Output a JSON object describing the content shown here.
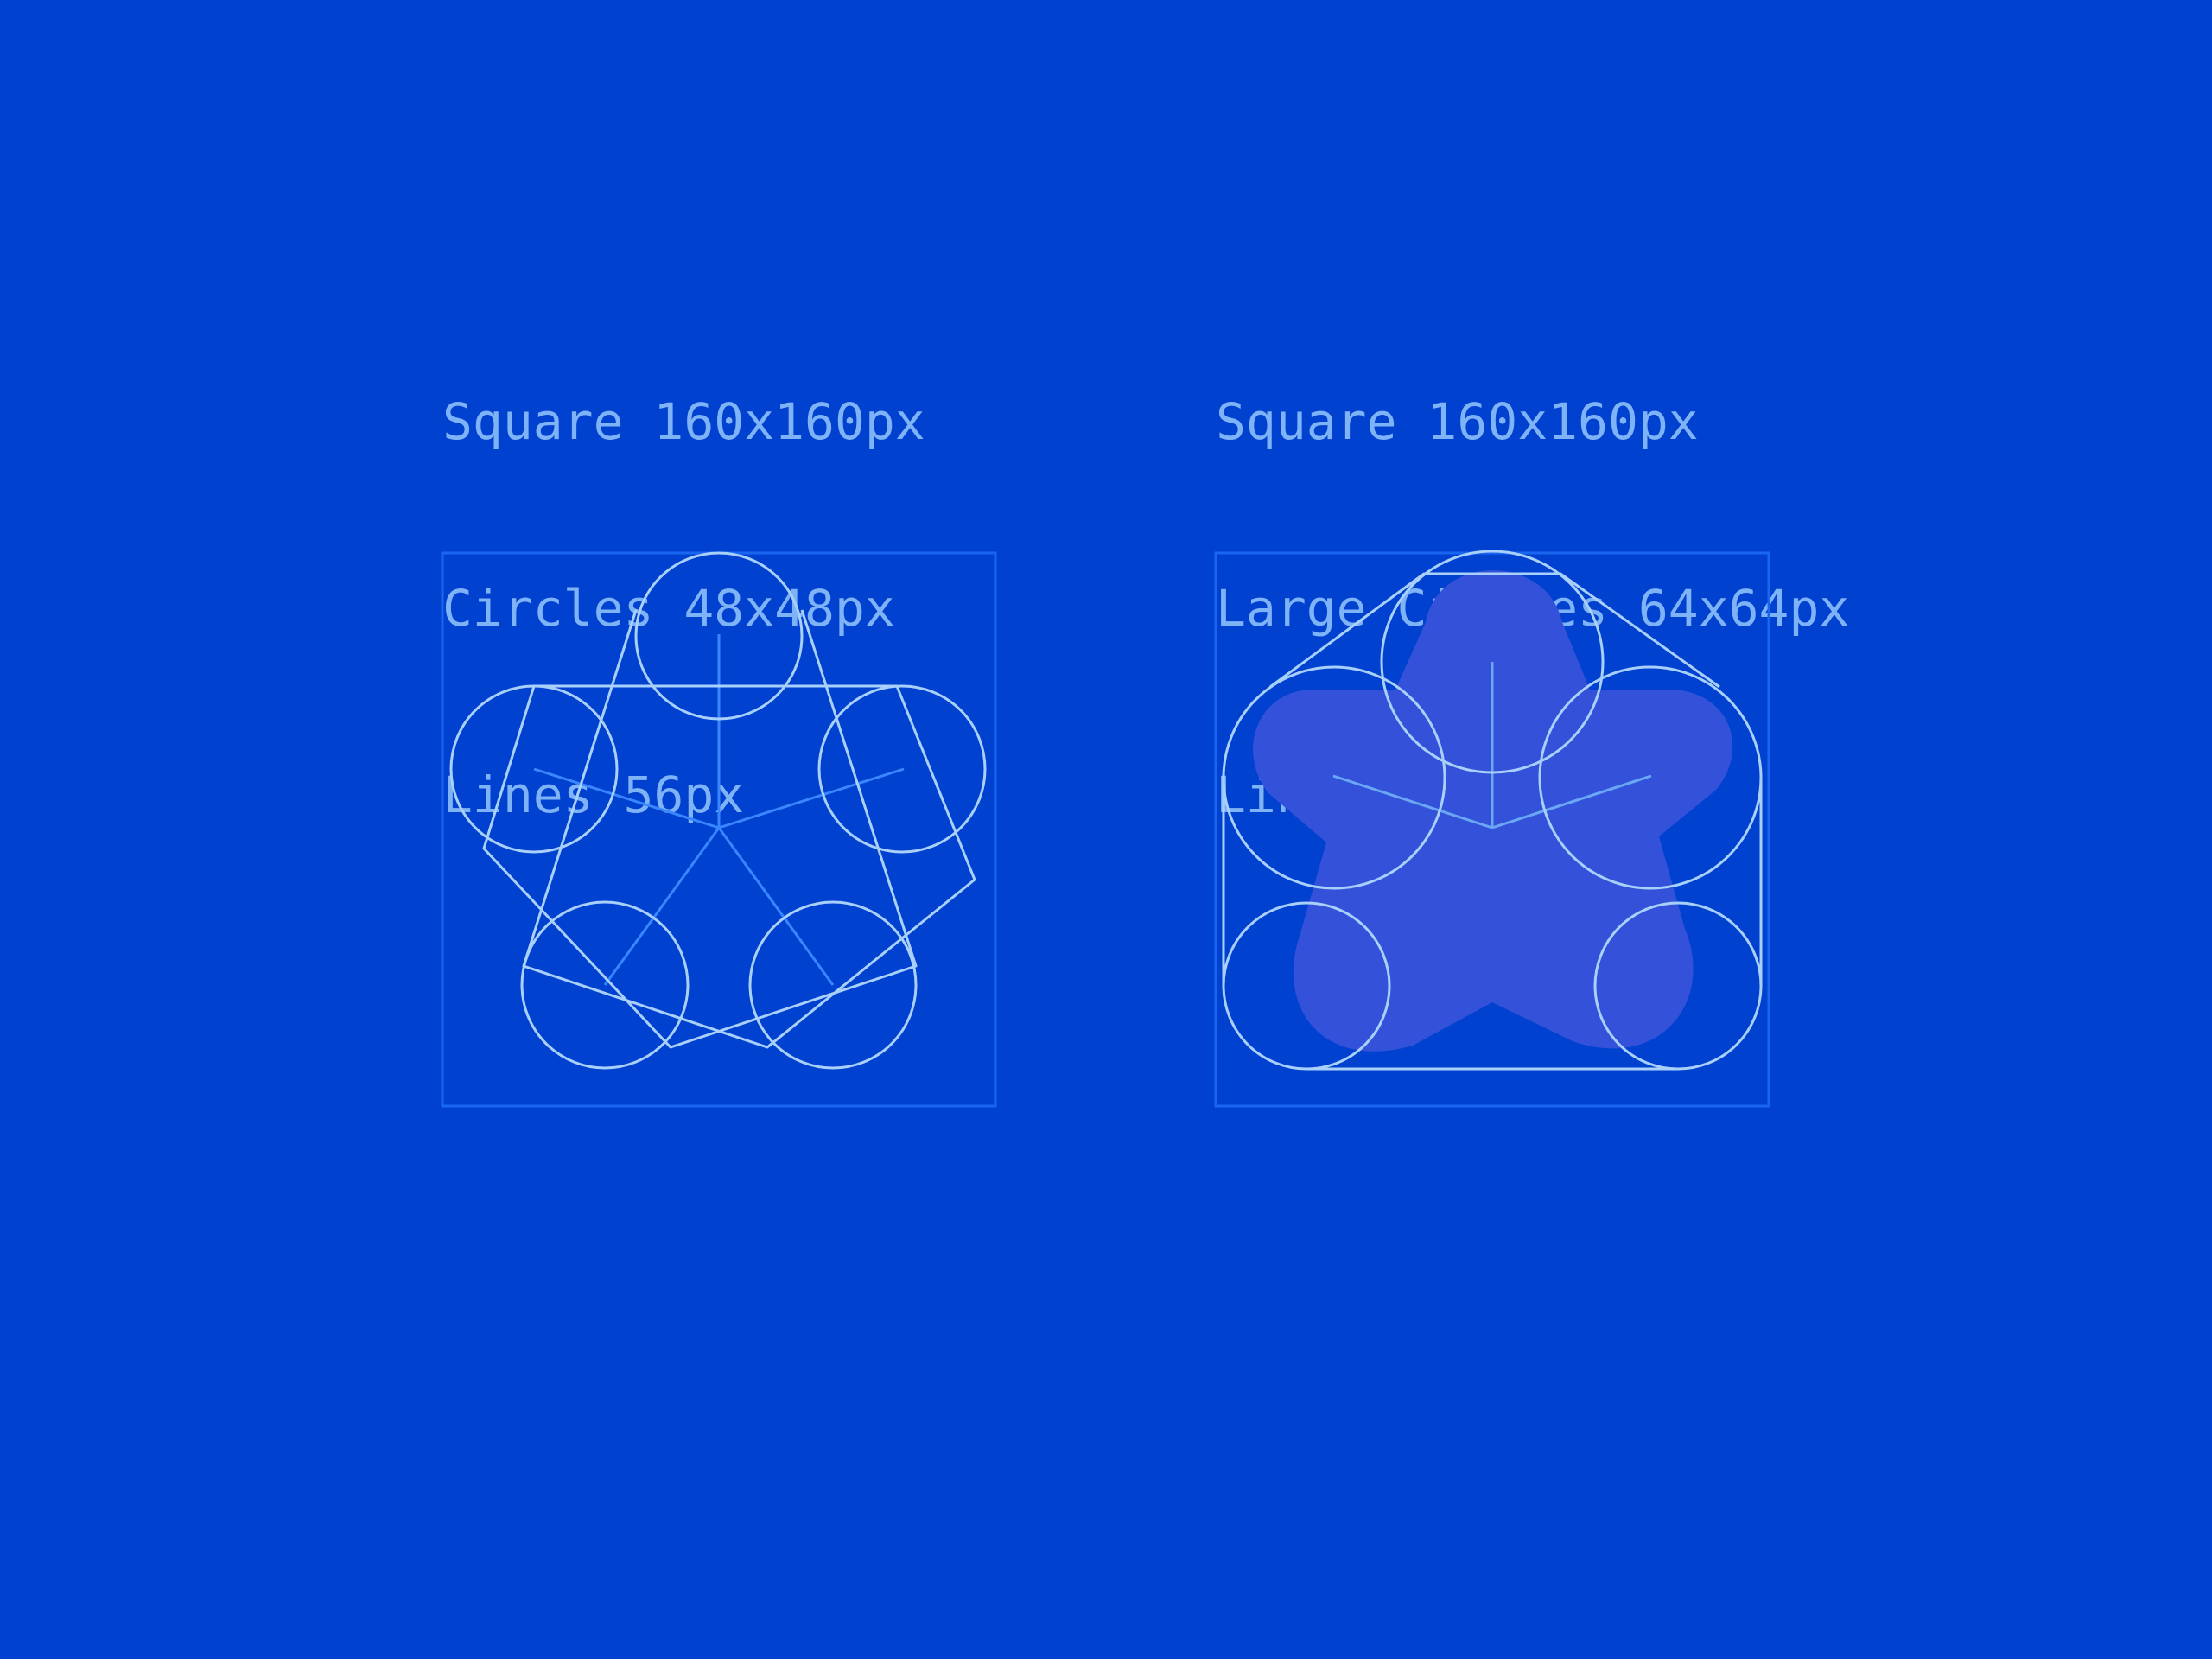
{
  "colors": {
    "background": "#0041cf",
    "text": "#7fb3f7",
    "frame": "#1a66f0",
    "outline": "#a9d0fb",
    "spoke_left": "#3a86ff",
    "spoke_right": "#6aa8f5",
    "fill": "#3452d9"
  },
  "left_spec": {
    "line1": "Square 160x160px",
    "line2": "Circles 48x48px",
    "line3": "Lines 56px"
  },
  "right_spec": {
    "line1": "Square 160x160px",
    "line2": "Large Circles 64x64px",
    "line3": "Lines 48px"
  }
}
